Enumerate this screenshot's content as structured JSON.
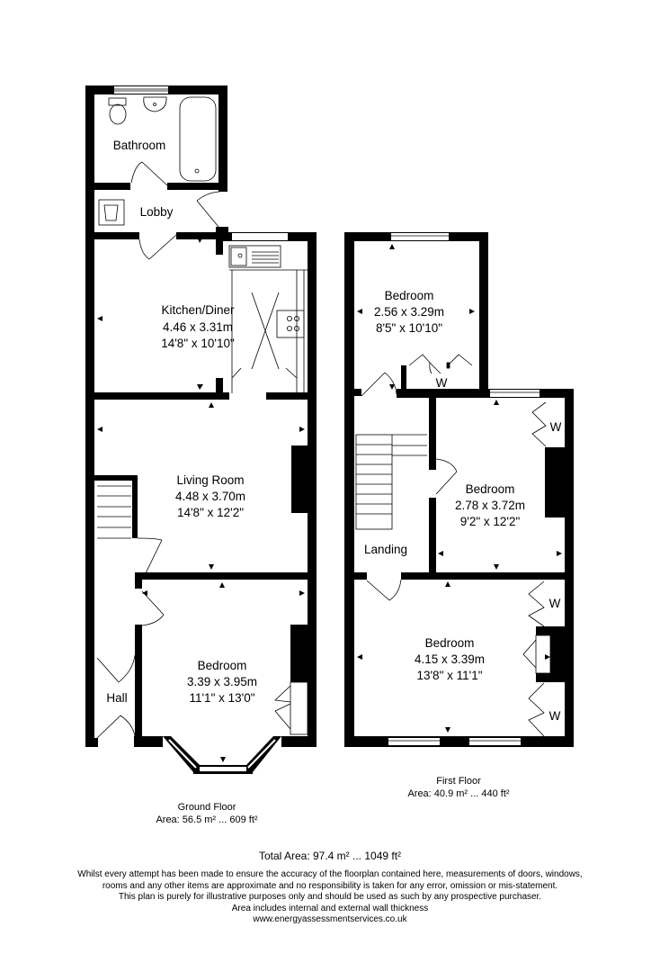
{
  "ground_floor": {
    "caption_title": "Ground Floor",
    "caption_area": "Area: 56.5 m² ... 609 ft²",
    "rooms": {
      "bathroom": {
        "name": "Bathroom"
      },
      "lobby": {
        "name": "Lobby"
      },
      "kitchen": {
        "name": "Kitchen/Diner",
        "metric": "4.46 x 3.31m",
        "imperial": "14'8\" x 10'10\""
      },
      "living": {
        "name": "Living Room",
        "metric": "4.48 x 3.70m",
        "imperial": "14'8\" x 12'2\""
      },
      "bedroom": {
        "name": "Bedroom",
        "metric": "3.39 x 3.95m",
        "imperial": "11'1\" x 13'0\""
      },
      "hall": {
        "name": "Hall"
      }
    }
  },
  "first_floor": {
    "caption_title": "First Floor",
    "caption_area": "Area: 40.9 m² ... 440 ft²",
    "rooms": {
      "bedroom_rear": {
        "name": "Bedroom",
        "metric": "2.56 x 3.29m",
        "imperial": "8'5\" x 10'10\""
      },
      "bedroom_middle": {
        "name": "Bedroom",
        "metric": "2.78 x 3.72m",
        "imperial": "9'2\" x 12'2\""
      },
      "bedroom_front": {
        "name": "Bedroom",
        "metric": "4.15 x 3.39m",
        "imperial": "13'8\" x 11'1\""
      },
      "landing": {
        "name": "Landing"
      }
    },
    "wardrobe_label": "W"
  },
  "total_area": "Total Area: 97.4 m² ... 1049 ft²",
  "disclaimer": [
    "Whilst every attempt has been made to ensure the accuracy of the floorplan contained here, measurements of doors, windows,",
    "rooms and any other items are approximate and no responsibility is taken for any error, omission or mis-statement.",
    "This plan is purely for illustrative purposes only and should be used as such by any prospective purchaser.",
    "Area includes internal and external wall thickness",
    "www.energyassessmentservices.co.uk"
  ]
}
